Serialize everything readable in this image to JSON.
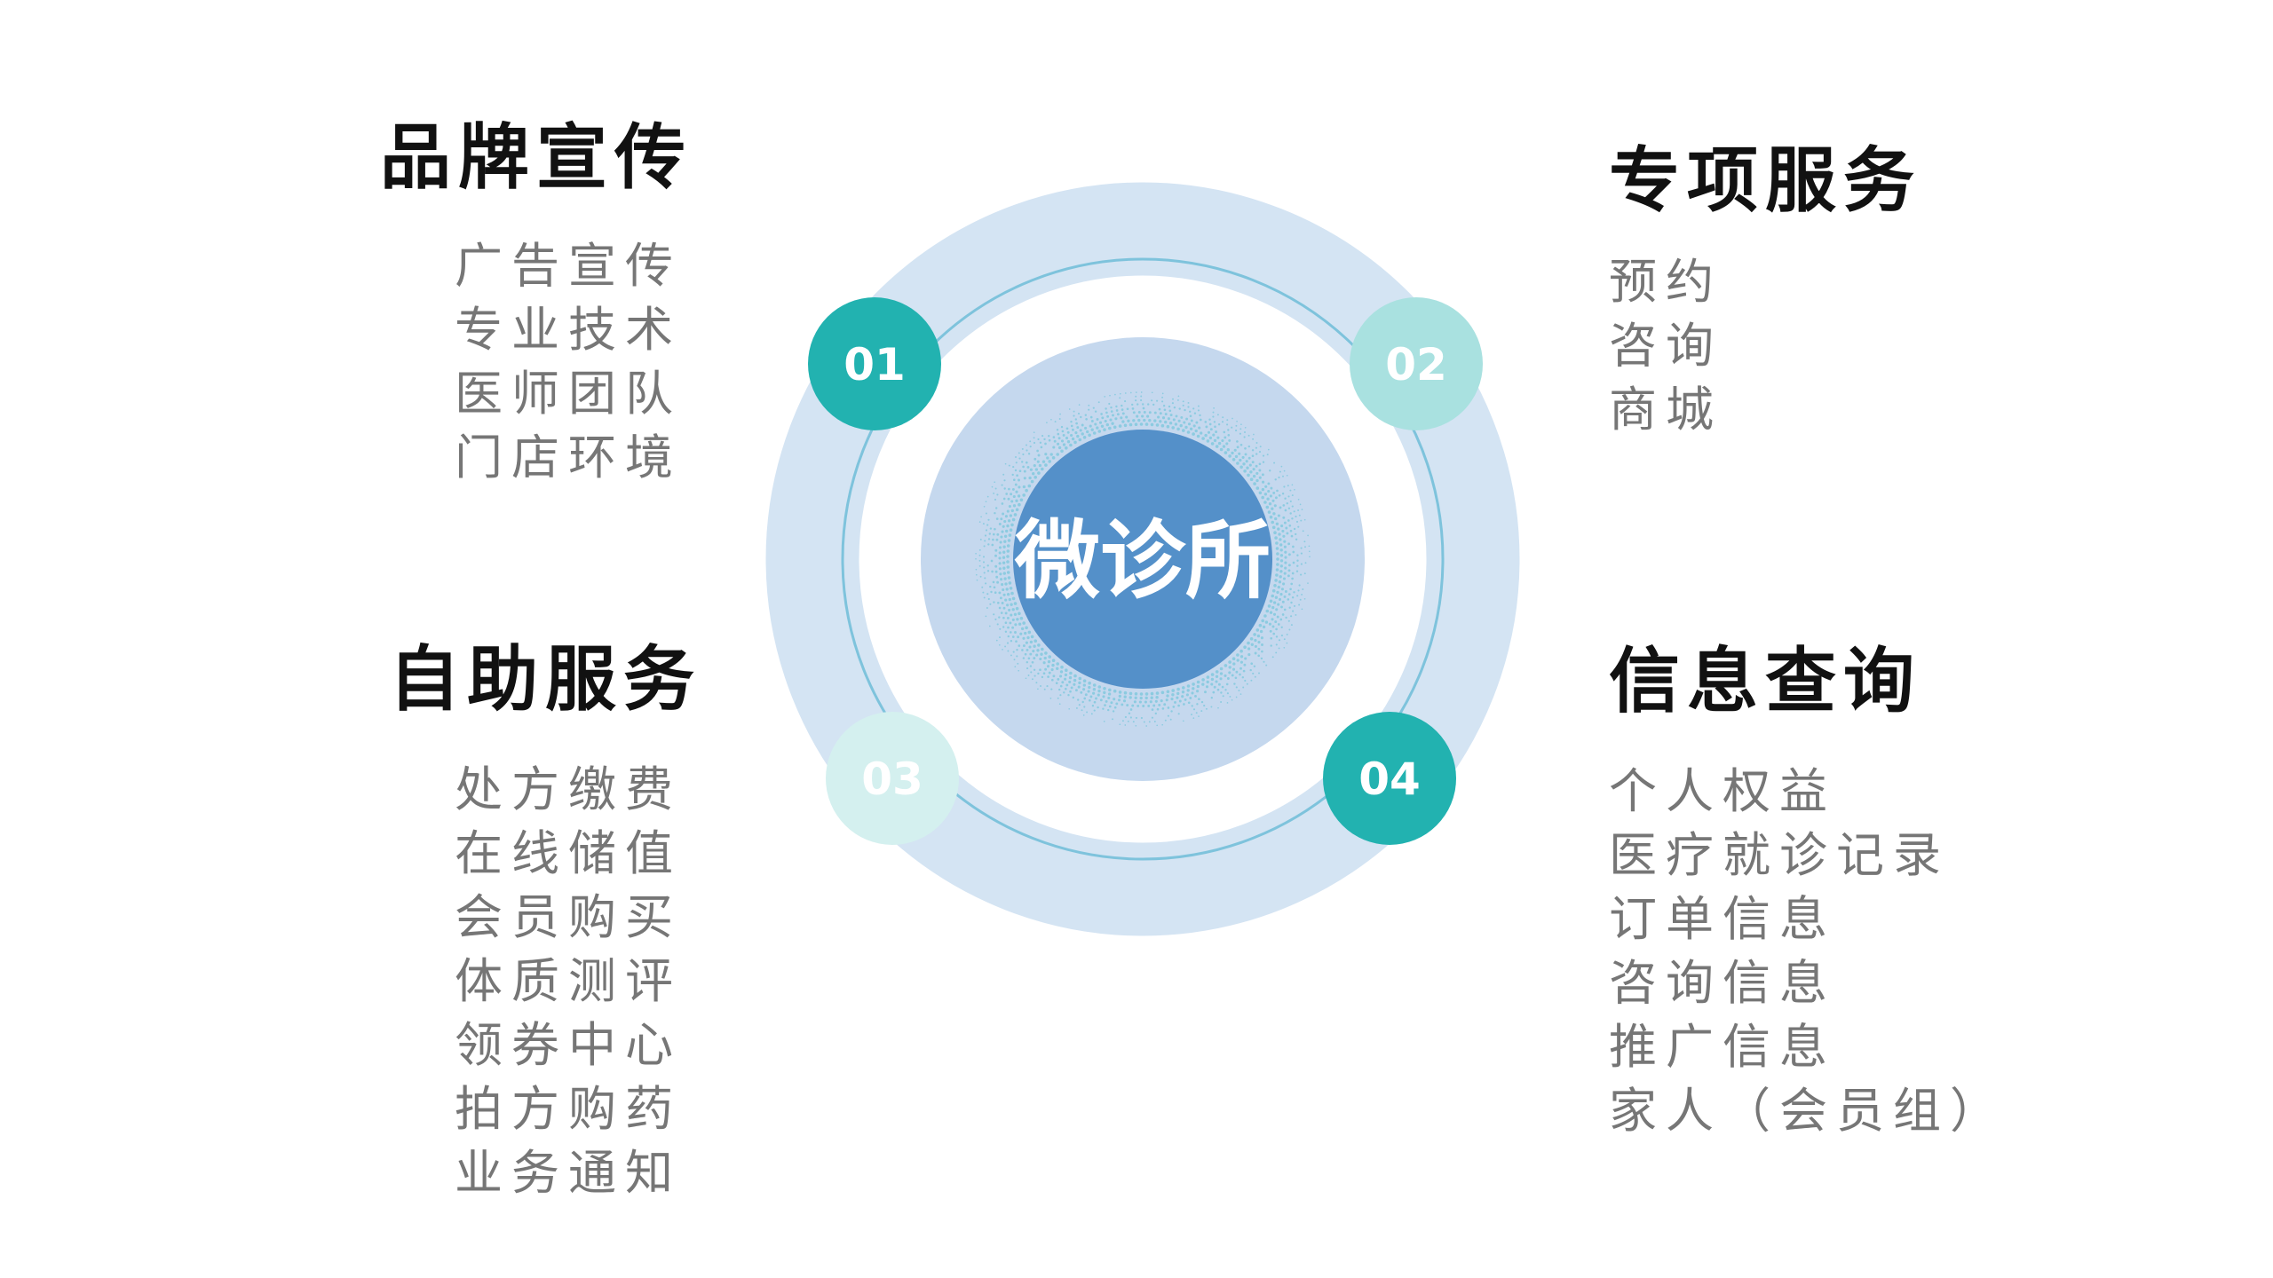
{
  "center": {
    "label": "微诊所"
  },
  "badges": {
    "b1": "01",
    "b2": "02",
    "b3": "03",
    "b4": "04"
  },
  "sections": {
    "brand": {
      "title": "品牌宣传",
      "items": [
        "广告宣传",
        "专业技术",
        "医师团队",
        "门店环境"
      ]
    },
    "special": {
      "title": "专项服务",
      "items": [
        "预约",
        "咨询",
        "商城"
      ]
    },
    "self": {
      "title": "自助服务",
      "items": [
        "处方缴费",
        "在线储值",
        "会员购买",
        "体质测评",
        "领券中心",
        "拍方购药",
        "业务通知"
      ]
    },
    "info": {
      "title": "信息查询",
      "items": [
        "个人权益",
        "医疗就诊记录",
        "订单信息",
        "咨询信息",
        "推广信息",
        "家人（会员组）"
      ]
    }
  },
  "colors": {
    "outer_ring": "#d4e4f3",
    "thin_ring": "#7ec3dc",
    "middle_disc": "#c5d8ee",
    "center_disc": "#5490c9",
    "dots": "#8ccbe0",
    "badge_teal": "#22b2b0",
    "badge_light": "#a9e1e0",
    "badge_pale": "#d4f0ef",
    "title_text": "#111111",
    "item_text": "#767676"
  }
}
